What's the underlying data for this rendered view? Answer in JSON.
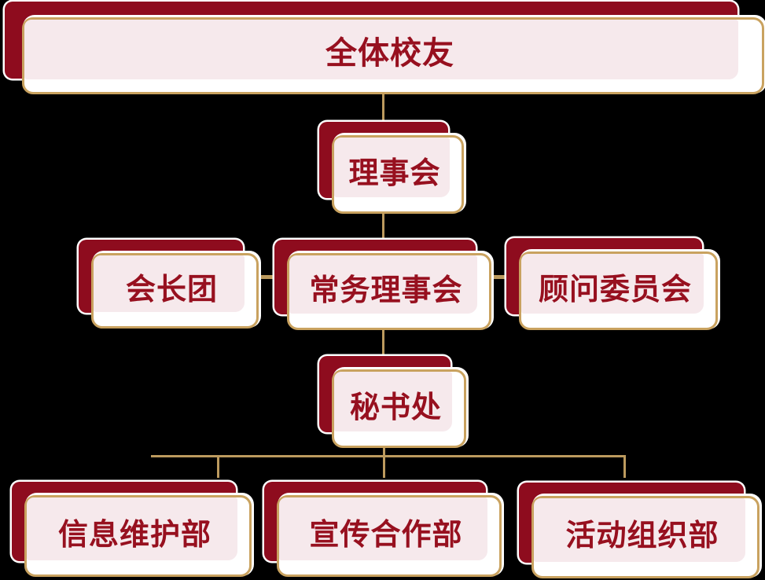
{
  "diagram": {
    "type": "org-chart",
    "colors": {
      "background": "#000000",
      "box_red": "#8e0c1e",
      "text_red": "#97101f",
      "gold_border": "#c9a25f",
      "connector_gold": "#bc9a5e",
      "tint_pink": "#f6e9ec",
      "card_white": "#ffffff",
      "outline_white": "#ffffff"
    },
    "nodes": [
      {
        "id": "all-alumni",
        "label": "全体校友",
        "level": 1
      },
      {
        "id": "council",
        "label": "理事会",
        "level": 2
      },
      {
        "id": "presidents-group",
        "label": "会长团",
        "level": 3
      },
      {
        "id": "standing-council",
        "label": "常务理事会",
        "level": 3
      },
      {
        "id": "advisory-committee",
        "label": "顾问委员会",
        "level": 3
      },
      {
        "id": "secretariat",
        "label": "秘书处",
        "level": 4
      },
      {
        "id": "info-maintenance-dept",
        "label": "信息维护部",
        "level": 5
      },
      {
        "id": "publicity-cooperation-dept",
        "label": "宣传合作部",
        "level": 5
      },
      {
        "id": "activity-organization-dept",
        "label": "活动组织部",
        "level": 5
      }
    ],
    "edges": [
      {
        "from": "all-alumni",
        "to": "council"
      },
      {
        "from": "council",
        "to": "standing-council"
      },
      {
        "from": "standing-council",
        "to": "presidents-group"
      },
      {
        "from": "standing-council",
        "to": "advisory-committee"
      },
      {
        "from": "standing-council",
        "to": "secretariat"
      },
      {
        "from": "secretariat",
        "to": "info-maintenance-dept"
      },
      {
        "from": "secretariat",
        "to": "publicity-cooperation-dept"
      },
      {
        "from": "secretariat",
        "to": "activity-organization-dept"
      }
    ]
  }
}
